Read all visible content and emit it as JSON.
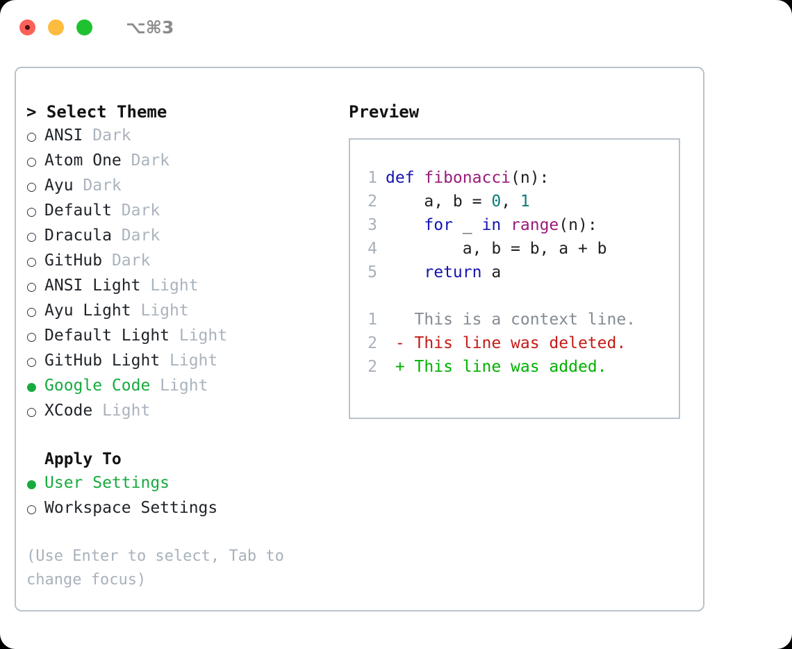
{
  "window": {
    "title": "⌥⌘3",
    "traffic_lights": [
      "close",
      "minimize",
      "zoom"
    ]
  },
  "theme_list": {
    "header": "> Select Theme",
    "items": [
      {
        "marker": "○",
        "name": "ANSI",
        "suffix": "Dark",
        "selected": false
      },
      {
        "marker": "○",
        "name": "Atom One",
        "suffix": "Dark",
        "selected": false
      },
      {
        "marker": "○",
        "name": "Ayu",
        "suffix": "Dark",
        "selected": false
      },
      {
        "marker": "○",
        "name": "Default",
        "suffix": "Dark",
        "selected": false
      },
      {
        "marker": "○",
        "name": "Dracula",
        "suffix": "Dark",
        "selected": false
      },
      {
        "marker": "○",
        "name": "GitHub",
        "suffix": "Dark",
        "selected": false
      },
      {
        "marker": "○",
        "name": "ANSI Light",
        "suffix": "Light",
        "selected": false
      },
      {
        "marker": "○",
        "name": "Ayu Light",
        "suffix": "Light",
        "selected": false
      },
      {
        "marker": "○",
        "name": "Default Light",
        "suffix": "Light",
        "selected": false
      },
      {
        "marker": "○",
        "name": "GitHub Light",
        "suffix": "Light",
        "selected": false
      },
      {
        "marker": "●",
        "name": "Google Code",
        "suffix": "Light",
        "selected": true
      },
      {
        "marker": "○",
        "name": "XCode",
        "suffix": "Light",
        "selected": false
      }
    ]
  },
  "apply_to": {
    "header": "Apply To",
    "items": [
      {
        "marker": "●",
        "name": "User Settings",
        "suffix": "",
        "selected": true
      },
      {
        "marker": "○",
        "name": "Workspace Settings",
        "suffix": "",
        "selected": false
      }
    ]
  },
  "hint": "(Use Enter to select, Tab to change focus)",
  "preview": {
    "title": "Preview",
    "code_lines": [
      {
        "num": "1",
        "tokens": [
          {
            "t": "def ",
            "c": "kw"
          },
          {
            "t": "fibonacci",
            "c": "fn"
          },
          {
            "t": "(n):",
            "c": "pl"
          }
        ]
      },
      {
        "num": "2",
        "tokens": [
          {
            "t": "    a, b = ",
            "c": "pl"
          },
          {
            "t": "0",
            "c": "num"
          },
          {
            "t": ", ",
            "c": "pl"
          },
          {
            "t": "1",
            "c": "num"
          }
        ]
      },
      {
        "num": "3",
        "tokens": [
          {
            "t": "    ",
            "c": "pl"
          },
          {
            "t": "for",
            "c": "kw"
          },
          {
            "t": " _ ",
            "c": "pl"
          },
          {
            "t": "in",
            "c": "kw"
          },
          {
            "t": " ",
            "c": "pl"
          },
          {
            "t": "range",
            "c": "fn"
          },
          {
            "t": "(n):",
            "c": "pl"
          }
        ]
      },
      {
        "num": "4",
        "tokens": [
          {
            "t": "        a, b = b, a + b",
            "c": "pl"
          }
        ]
      },
      {
        "num": "5",
        "tokens": [
          {
            "t": "    ",
            "c": "pl"
          },
          {
            "t": "return",
            "c": "kw"
          },
          {
            "t": " a",
            "c": "pl"
          }
        ]
      }
    ],
    "diff_lines": [
      {
        "num": "1",
        "sign": " ",
        "text": "This is a context line.",
        "kind": "ctx"
      },
      {
        "num": "2",
        "sign": "-",
        "text": "This line was deleted.",
        "kind": "del"
      },
      {
        "num": "2",
        "sign": "+",
        "text": "This line was added.",
        "kind": "add"
      }
    ]
  },
  "colors": {
    "accent_green": "#17ab3f",
    "muted_gray": "#aab3bd",
    "border": "#b9c2cc",
    "keyword": "#1414b0",
    "function": "#9b1a7a",
    "number": "#0b7b78",
    "diff_add": "#00b000",
    "diff_del": "#c41a16",
    "diff_ctx": "#848b93"
  }
}
